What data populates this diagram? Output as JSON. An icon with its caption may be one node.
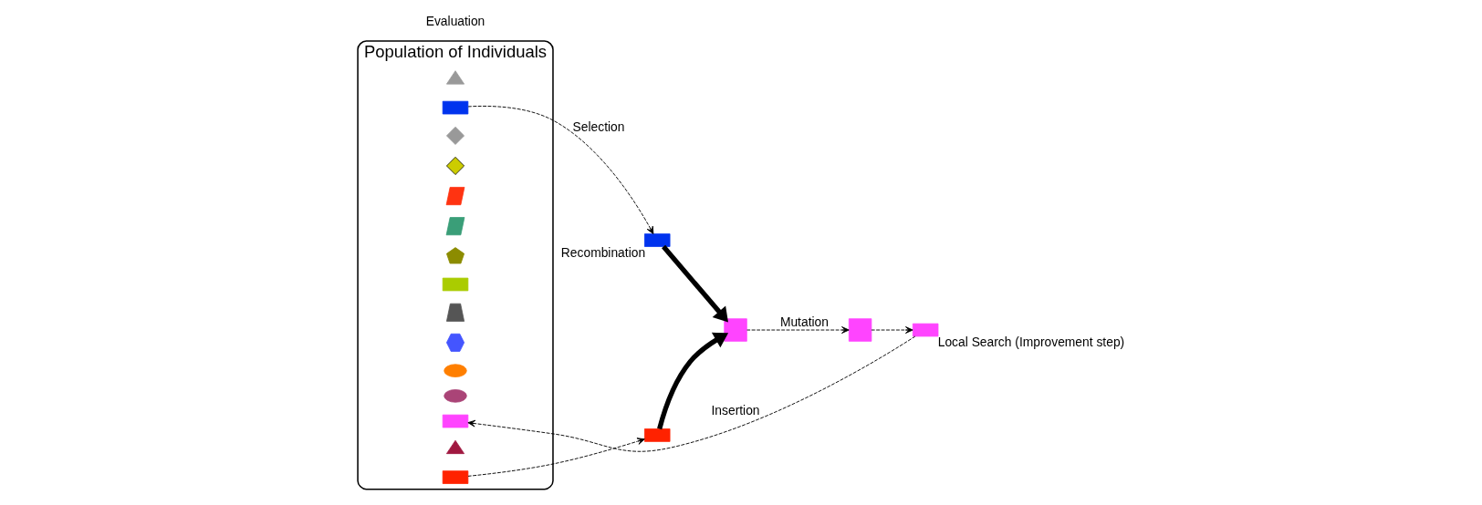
{
  "diagram": {
    "nodes": [
      {
        "text": [
          "Population of Individuals"
        ]
      },
      {
        "text": [],
        "shape": "triangle",
        "in": 0
      },
      {
        "text": [],
        "shape": "box",
        "in": 0
      },
      {
        "text": [],
        "shape": "diamond",
        "in": 0
      },
      {
        "text": [],
        "shape": "diamond",
        "in": 0
      },
      {
        "text": [],
        "shape": "parallelogram",
        "in": 0
      },
      {
        "text": [],
        "shape": "parallelogram",
        "in": 0
      },
      {
        "text": [],
        "shape": "pentagon",
        "in": 0
      },
      {
        "text": [],
        "shape": "box",
        "in": 0
      },
      {
        "text": [],
        "shape": "trapezoid",
        "in": 0
      },
      {
        "text": [],
        "shape": "hexagon",
        "in": 0
      },
      {
        "text": [],
        "shape": "ellipse",
        "in": 0
      },
      {
        "text": [],
        "shape": "ellipse",
        "in": 0
      },
      {
        "text": [],
        "shape": "box",
        "in": 0
      },
      {
        "text": [],
        "shape": "triangle",
        "in": 0
      },
      {
        "text": [],
        "shape": "box",
        "in": 0
      },
      {
        "text": [],
        "shape": "box",
        "beside": [
          "Recombination"
        ]
      },
      {
        "text": [],
        "shape": "box"
      },
      {
        "text": [],
        "shape": "cross"
      },
      {
        "text": [],
        "shape": "cross"
      },
      {
        "text": [],
        "shape": "box",
        "beside": [
          "Local Search (Improvement step)"
        ]
      }
    ],
    "edges": [
      {
        "from": 2,
        "to": 16,
        "arrow": "to",
        "style": "dashed",
        "label": "Selection"
      },
      {
        "from": 15,
        "to": 17,
        "arrow": "to",
        "style": "dashed"
      },
      {
        "from": 16,
        "to": 18,
        "arrow": "to",
        "style": "thick"
      },
      {
        "from": 17,
        "to": 18,
        "arrow": "to",
        "style": "thick"
      },
      {
        "from": 18,
        "to": 19,
        "arrow": "to",
        "style": "dashed",
        "label": "Mutation"
      },
      {
        "from": 19,
        "to": 20,
        "arrow": "to",
        "style": "dashed"
      },
      {
        "from": 20,
        "to": 13,
        "arrow": "to",
        "style": "dashed",
        "label": "Insertion"
      }
    ],
    "labels": [
      "Evaluation"
    ]
  }
}
